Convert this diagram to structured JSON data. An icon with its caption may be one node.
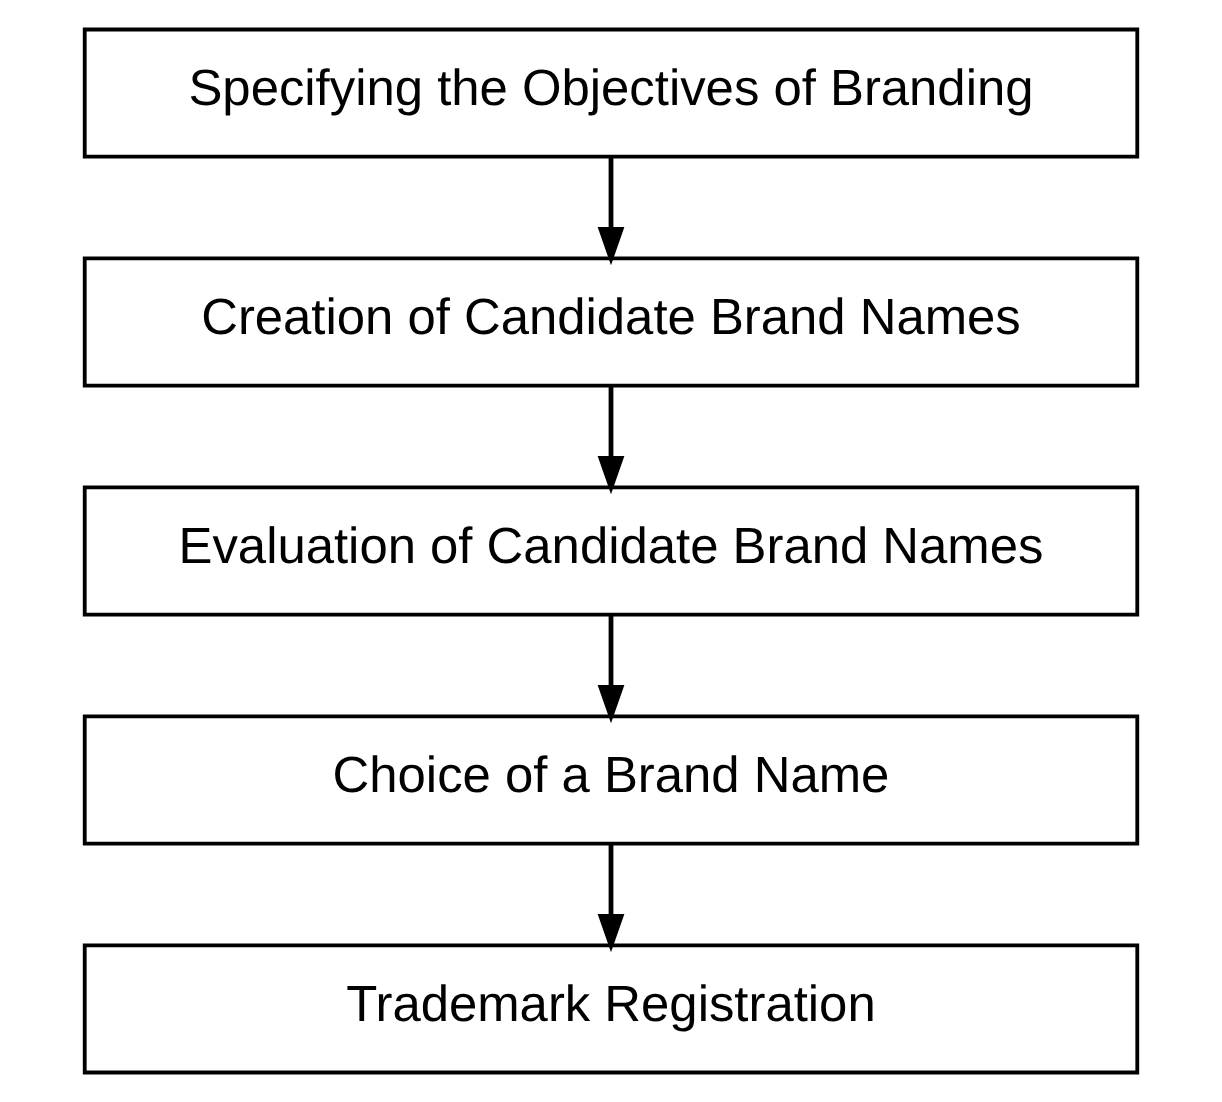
{
  "diagram": {
    "nodes": [
      {
        "text": [
          "Specifying the Objectives of Branding"
        ]
      },
      {
        "text": [
          "Creation of Candidate Brand Names"
        ]
      },
      {
        "text": [
          "Evaluation of Candidate Brand Names"
        ]
      },
      {
        "text": [
          "Choice of a Brand Name"
        ]
      },
      {
        "text": [
          "Trademark Registration"
        ]
      }
    ],
    "edges": [
      {
        "from": 0,
        "to": 1,
        "arrow": "to"
      },
      {
        "from": 1,
        "to": 2,
        "arrow": "to"
      },
      {
        "from": 2,
        "to": 3,
        "arrow": "to"
      },
      {
        "from": 3,
        "to": 4,
        "arrow": "to"
      }
    ]
  }
}
